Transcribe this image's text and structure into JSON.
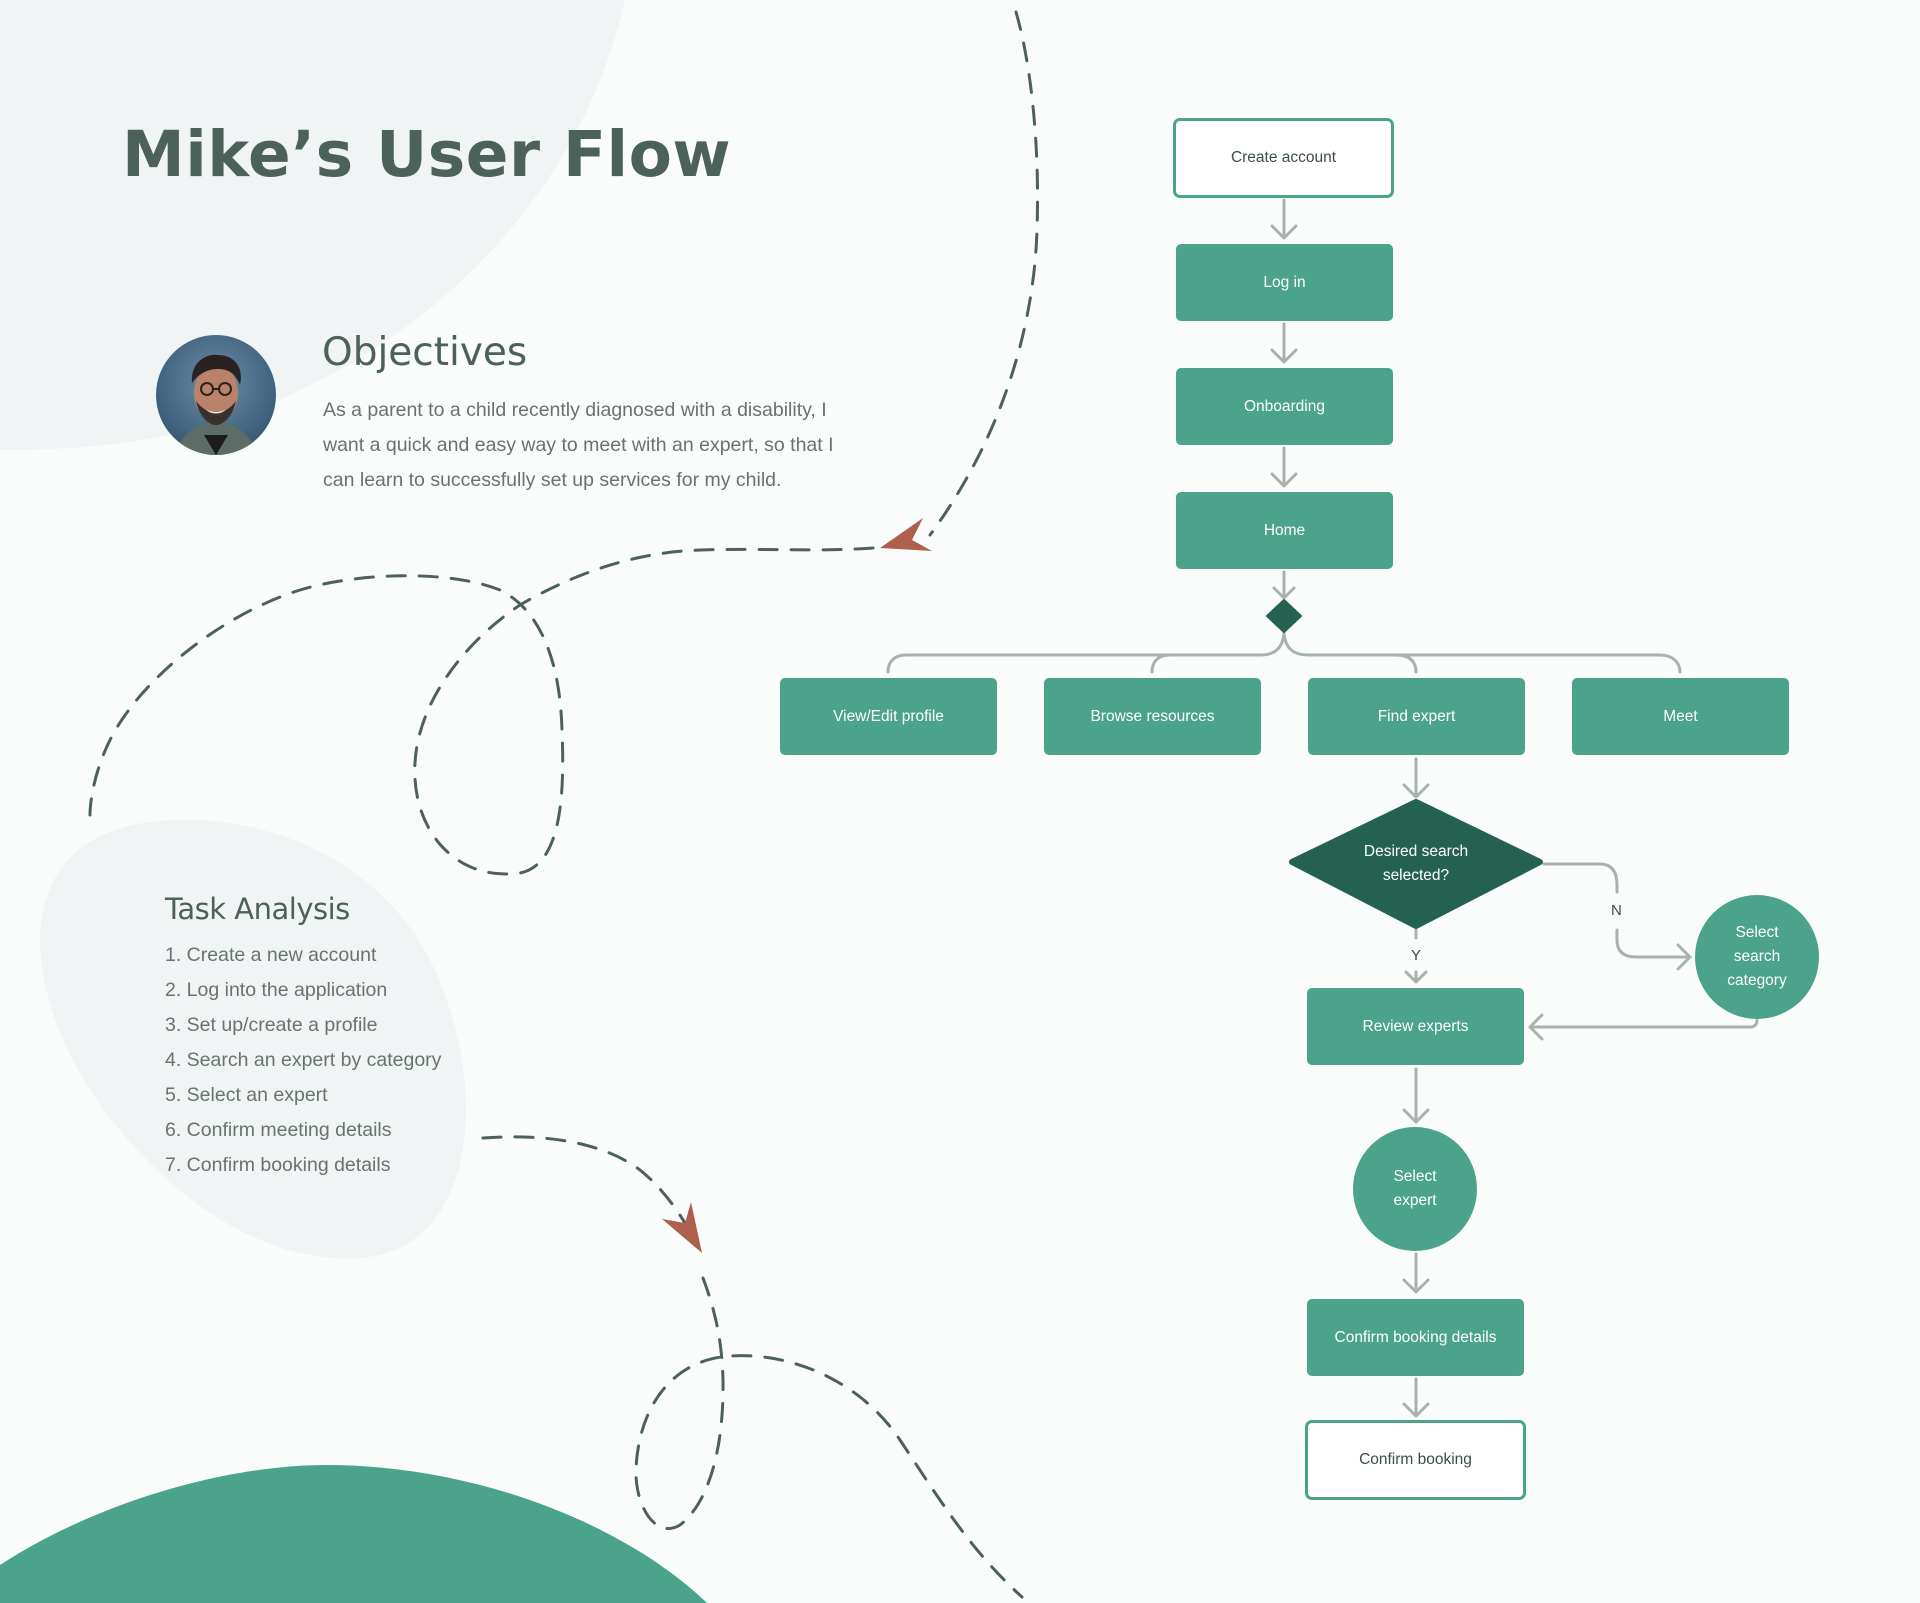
{
  "page": {
    "title": "Mike’s User Flow"
  },
  "persona": {
    "avatar_icon": "person-photo-avatar",
    "objectives_heading": "Objectives",
    "objectives_lines": [
      "As a parent to a child recently diagnosed with a disability, I",
      "want a quick and easy way to meet with an expert, so that I",
      "can learn to successfully set up services for my child."
    ]
  },
  "task_analysis": {
    "heading": "Task Analysis",
    "items": [
      "1. Create a new account",
      "2. Log into the application",
      "3. Set up/create a profile",
      "4. Search an expert by category",
      "5. Select an expert",
      "6. Confirm meeting details",
      "7. Confirm booking details"
    ]
  },
  "flow": {
    "nodes": {
      "create_account": "Create account",
      "log_in": "Log in",
      "onboarding": "Onboarding",
      "home": "Home",
      "view_edit_profile": "View/Edit profile",
      "browse_resources": "Browse resources",
      "find_expert": "Find expert",
      "meet": "Meet",
      "decision_line1": "Desired search",
      "decision_line2": "selected?",
      "select_search_category_line1": "Select",
      "select_search_category_line2": "search",
      "select_search_category_line3": "category",
      "review_experts": "Review experts",
      "select_expert_line1": "Select",
      "select_expert_line2": "expert",
      "confirm_booking_details": "Confirm booking details",
      "confirm_booking": "Confirm booking"
    },
    "edge_labels": {
      "yes": "Y",
      "no": "N"
    }
  },
  "colors": {
    "primary_green": "#4aa38a",
    "dark_green": "#256150",
    "arrow_accent": "#ad604d",
    "connector_gray": "#a7b2ae",
    "text_dark": "#4b6159",
    "blob_gray": "#f1f4f5"
  }
}
